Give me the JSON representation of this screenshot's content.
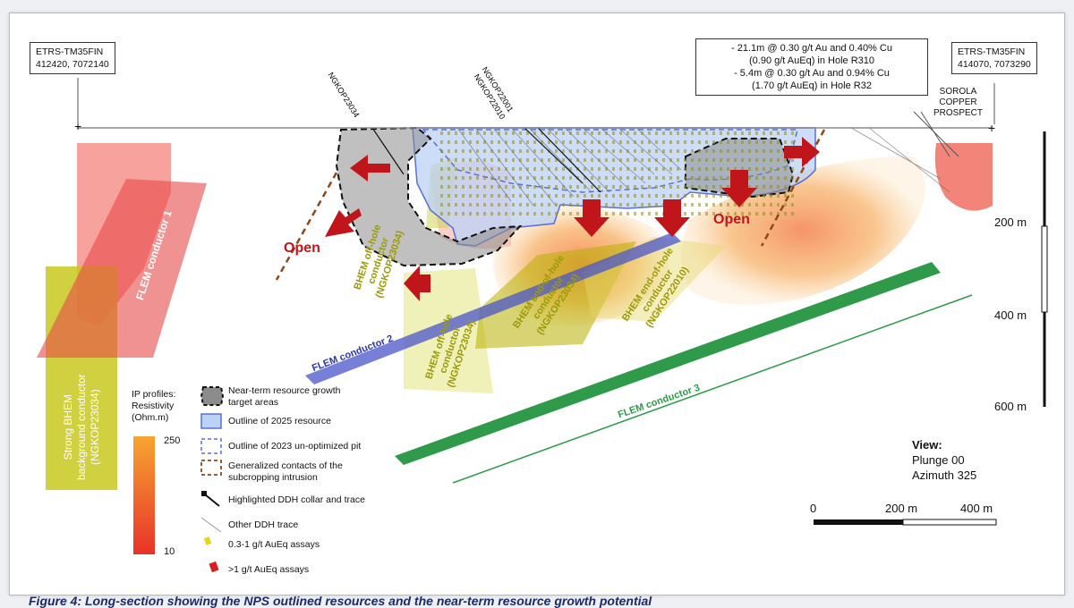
{
  "coords": {
    "left": {
      "system": "ETRS-TM35FIN",
      "value": "412420, 7072140"
    },
    "right": {
      "system": "ETRS-TM35FIN",
      "value": "414070, 7073290"
    }
  },
  "intercepts": {
    "line1": "- 21.1m @ 0.30 g/t Au and 0.40% Cu",
    "line2": "(0.90 g/t AuEq) in Hole R310",
    "line3": "- 5.4m @ 0.30 g/t Au and 0.94% Cu",
    "line4": "(1.70 g/t AuEq) in Hole R32"
  },
  "prospect": {
    "line1": "SOROLA",
    "line2": "COPPER",
    "line3": "PROSPECT"
  },
  "holes": {
    "h1": "NGKOP23034",
    "h2": "NGKOP22001",
    "h3": "NGKOP22010"
  },
  "labels": {
    "open_left": "Open",
    "open_right": "Open",
    "flem1": "FLEM conductor 1",
    "flem2": "FLEM conductor 2",
    "flem3": "FLEM conductor 3",
    "bhem_bg_l1": "Strong BHEM",
    "bhem_bg_l2": "background conductor",
    "bhem_bg_l3": "(NGKOP23034)",
    "bhem_off1_l1": "BHEM off-hole",
    "bhem_off1_l2": "conductor",
    "bhem_off1_l3": "(NGKOP23034)",
    "bhem_off2_l1": "BHEM off-hole",
    "bhem_off2_l2": "conductor",
    "bhem_off2_l3": "(NGKOP23034)",
    "bhem_end1_l1": "BHEM end-of-hole",
    "bhem_end1_l2": "conductor",
    "bhem_end1_l3": "(NGKOP23034)",
    "bhem_end2_l1": "BHEM end-of-hole",
    "bhem_end2_l2": "conductor",
    "bhem_end2_l3": "(NGKOP22010)"
  },
  "depth_scale": {
    "d200": "200 m",
    "d400": "400 m",
    "d600": "600 m"
  },
  "view": {
    "title": "View:",
    "plunge": "Plunge 00",
    "azimuth": "Azimuth 325"
  },
  "scale_bar": {
    "s0": "0",
    "s200": "200 m",
    "s400": "400 m"
  },
  "ip_legend": {
    "title_l1": "IP profiles:",
    "title_l2": "Resistivity",
    "title_l3": "(Ohm.m)",
    "max": "250",
    "min": "10"
  },
  "legend": {
    "growth_l1": "Near-term resource growth",
    "growth_l2": "target areas",
    "outline2025": "Outline of 2025 resource",
    "outline2023": "Outline of 2023 un-optimized pit",
    "contacts_l1": "Generalized contacts of the",
    "contacts_l2": "subcropping intrusion",
    "highlighted": "Highlighted DDH collar and trace",
    "other": "Other DDH trace",
    "assay_low": "0.3-1 g/t AuEq assays",
    "assay_high": ">1 g/t AuEq assays"
  },
  "colors": {
    "ip_high": "#f7a531",
    "ip_low": "#e8322a",
    "flem": "#e84a4a",
    "flem2": "#4a55c8",
    "flem3": "#2e9a4a",
    "bhem": "#c8c81e",
    "arrow": "#c0161b",
    "resource": "#bcd2f5"
  },
  "caption": "Figure 4: Long-section showing the NPS outlined resources and the near-term resource growth potential"
}
